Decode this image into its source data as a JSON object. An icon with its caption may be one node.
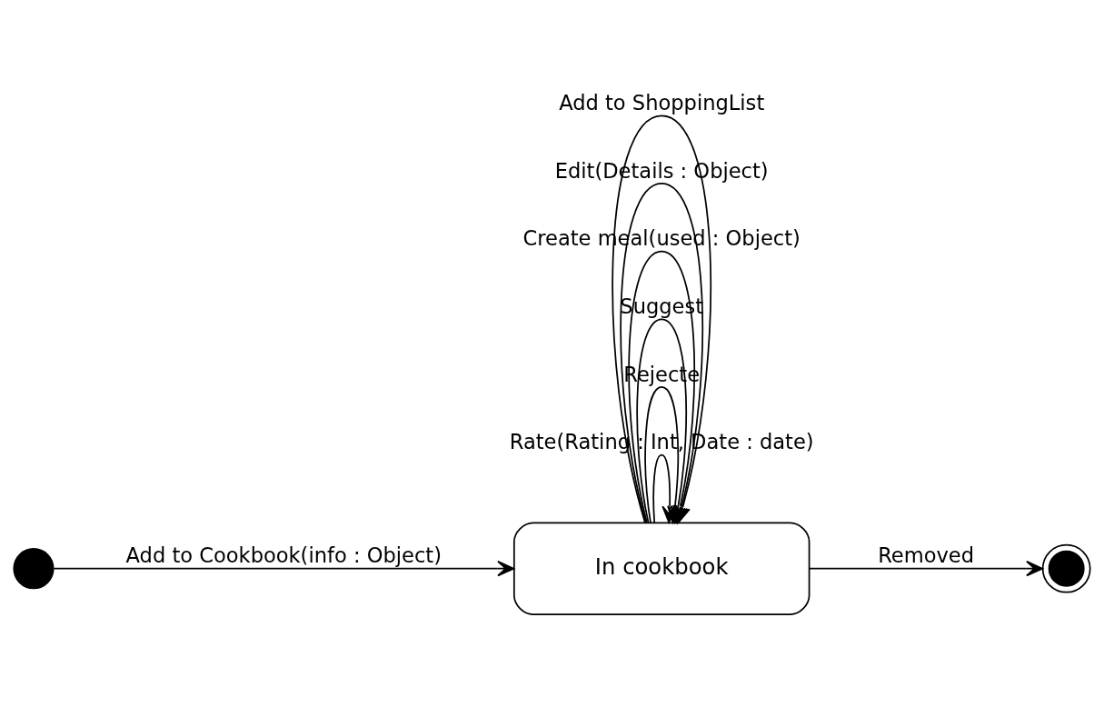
{
  "diagram": {
    "nodes": [
      {
        "text": [],
        "shape": "circle"
      },
      {
        "text": [
          "In cookbook"
        ]
      },
      {
        "text": [],
        "shape": "bullseye"
      }
    ],
    "edges": [
      {
        "from": 0,
        "to": 1,
        "arrow": "to",
        "label": "Add to Cookbook(info : Object)"
      },
      {
        "from": 1,
        "to": 1,
        "arrow": "to",
        "label": "Rate(Rating : Int, Date : date)"
      },
      {
        "from": 1,
        "to": 1,
        "arrow": "to",
        "label": "Rejecte"
      },
      {
        "from": 1,
        "to": 2,
        "arrow": "to",
        "label": "Removed"
      },
      {
        "from": 1,
        "to": 1,
        "arrow": "to",
        "label": "Suggest"
      },
      {
        "from": 1,
        "to": 1,
        "arrow": "to",
        "label": "Create meal(used : Object)"
      },
      {
        "from": 1,
        "to": 1,
        "arrow": "to",
        "label": "Edit(Details : Object)"
      },
      {
        "from": 1,
        "to": 1,
        "arrow": "to",
        "label": "Add to ShoppingList"
      }
    ]
  }
}
